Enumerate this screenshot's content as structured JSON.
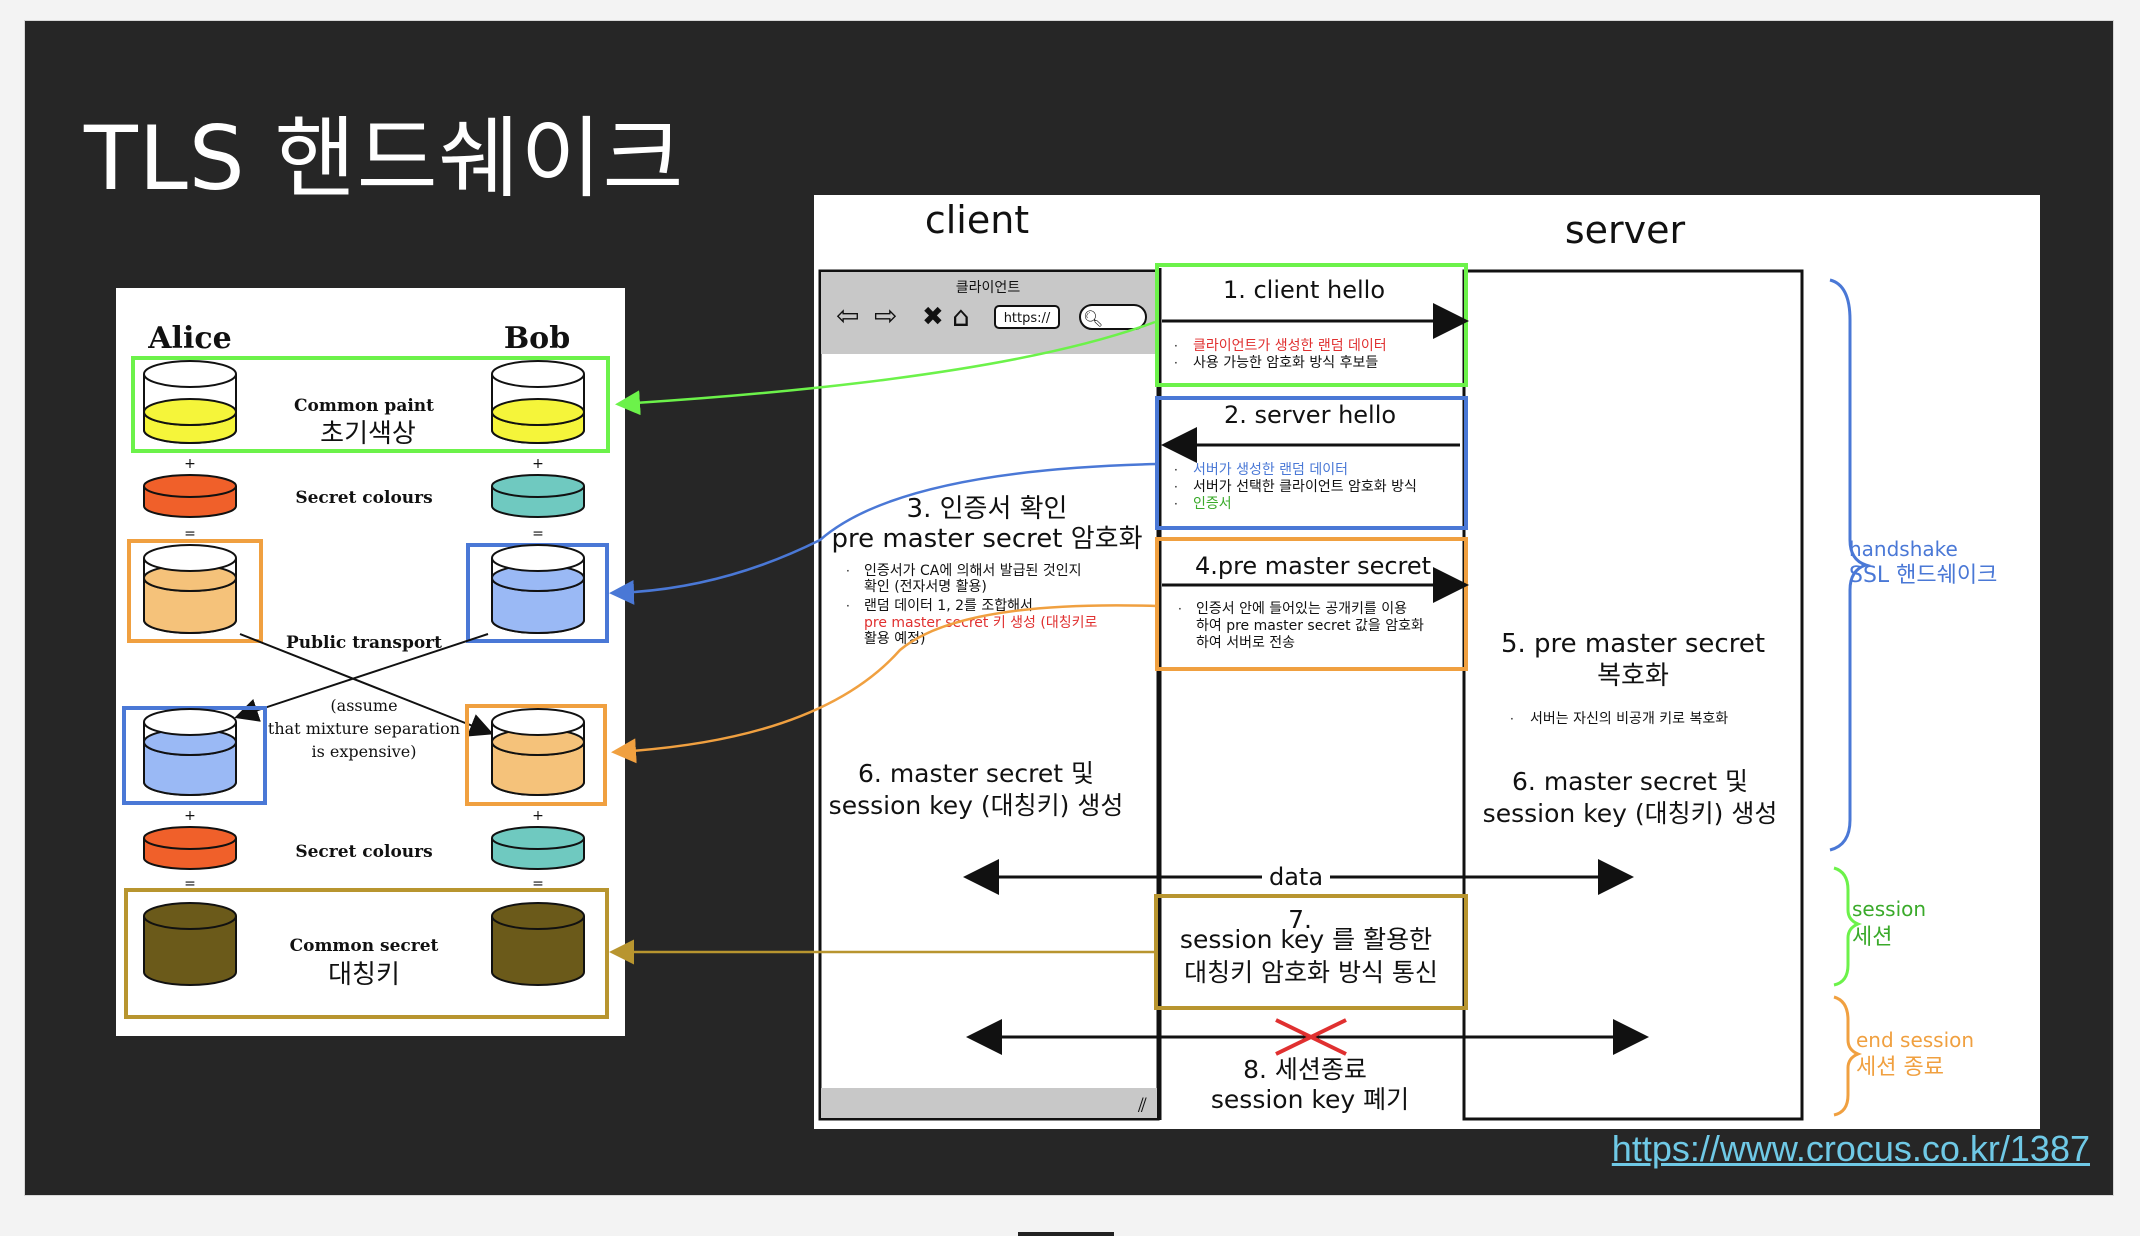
{
  "slide": {
    "title": "TLS 핸드쉐이크",
    "source_link": "https://www.crocus.co.kr/1387"
  },
  "alice_bob": {
    "alice": "Alice",
    "bob": "Bob",
    "common_paint": "Common paint",
    "common_paint_ko": "초기색상",
    "secret_colours": "Secret colours",
    "public_transport": "Public transport",
    "assume_1": "(assume",
    "assume_2": "that mixture separation",
    "assume_3": "is expensive)",
    "secret_colours_2": "Secret colours",
    "common_secret": "Common secret",
    "common_secret_ko": "대칭키",
    "plus": "+",
    "equals": "="
  },
  "handshake": {
    "client": "client",
    "server": "server",
    "browser_label": "클라이언트",
    "url_text": "https://",
    "step1_title": "1. client hello",
    "step1_b1": "클라이언트가 생성한 랜덤 데이터",
    "step1_b2": "사용 가능한 암호화 방식 후보들",
    "step2_title": "2. server hello",
    "step2_b1": "서버가 생성한 랜덤 데이터",
    "step2_b2": "서버가 선택한 클라이언트 암호화 방식",
    "step2_b3": "인증서",
    "step3_title": "3. 인증서 확인",
    "step3_sub": "pre master secret 암호화",
    "step3_b1a": "인증서가 CA에 의해서 발급된 것인지",
    "step3_b1b": "확인 (전자서명 활용)",
    "step3_b2a": "랜덤 데이터 1, 2를 조합해서",
    "step3_b2b": "pre master secret 키 생성 (대칭키로",
    "step3_b2c": "활용 예정)",
    "step4_title": "4.pre master secret",
    "step4_b1a": "인증서 안에 들어있는 공개키를 이용",
    "step4_b1b": "하여 pre master secret 값을 암호화",
    "step4_b1c": "하여 서버로 전송",
    "step5_title": "5. pre master secret",
    "step5_sub": "복호화",
    "step5_b1": "서버는 자신의 비공개 키로 복호화",
    "step6_l1": "6. master secret 및",
    "step6_l2": "session key (대칭키) 생성",
    "data_label": "data",
    "step7_num": "7.",
    "step7_l1": "session key 를 활용한",
    "step7_l2": "대칭키 암호화 방식 통신",
    "step8_l1": "8. 세션종료",
    "step8_l2": "session key 폐기",
    "phase_handshake_1": "handshake",
    "phase_handshake_2": "SSL 핸드쉐이크",
    "phase_session_1": "session",
    "phase_session_2": "세션",
    "phase_end_1": "end session",
    "phase_end_2": "세션 종료"
  },
  "colors": {
    "green": "#6cf24a",
    "blue": "#4a78d6",
    "orange": "#f0a040",
    "olive": "#b8952f",
    "yellow_paint": "#f5f53a",
    "light_orange": "#f5c27a",
    "light_blue": "#9ab9f5",
    "red_orange": "#f0602a",
    "teal": "#6fc9c0",
    "dark_olive": "#6b5a1a"
  }
}
